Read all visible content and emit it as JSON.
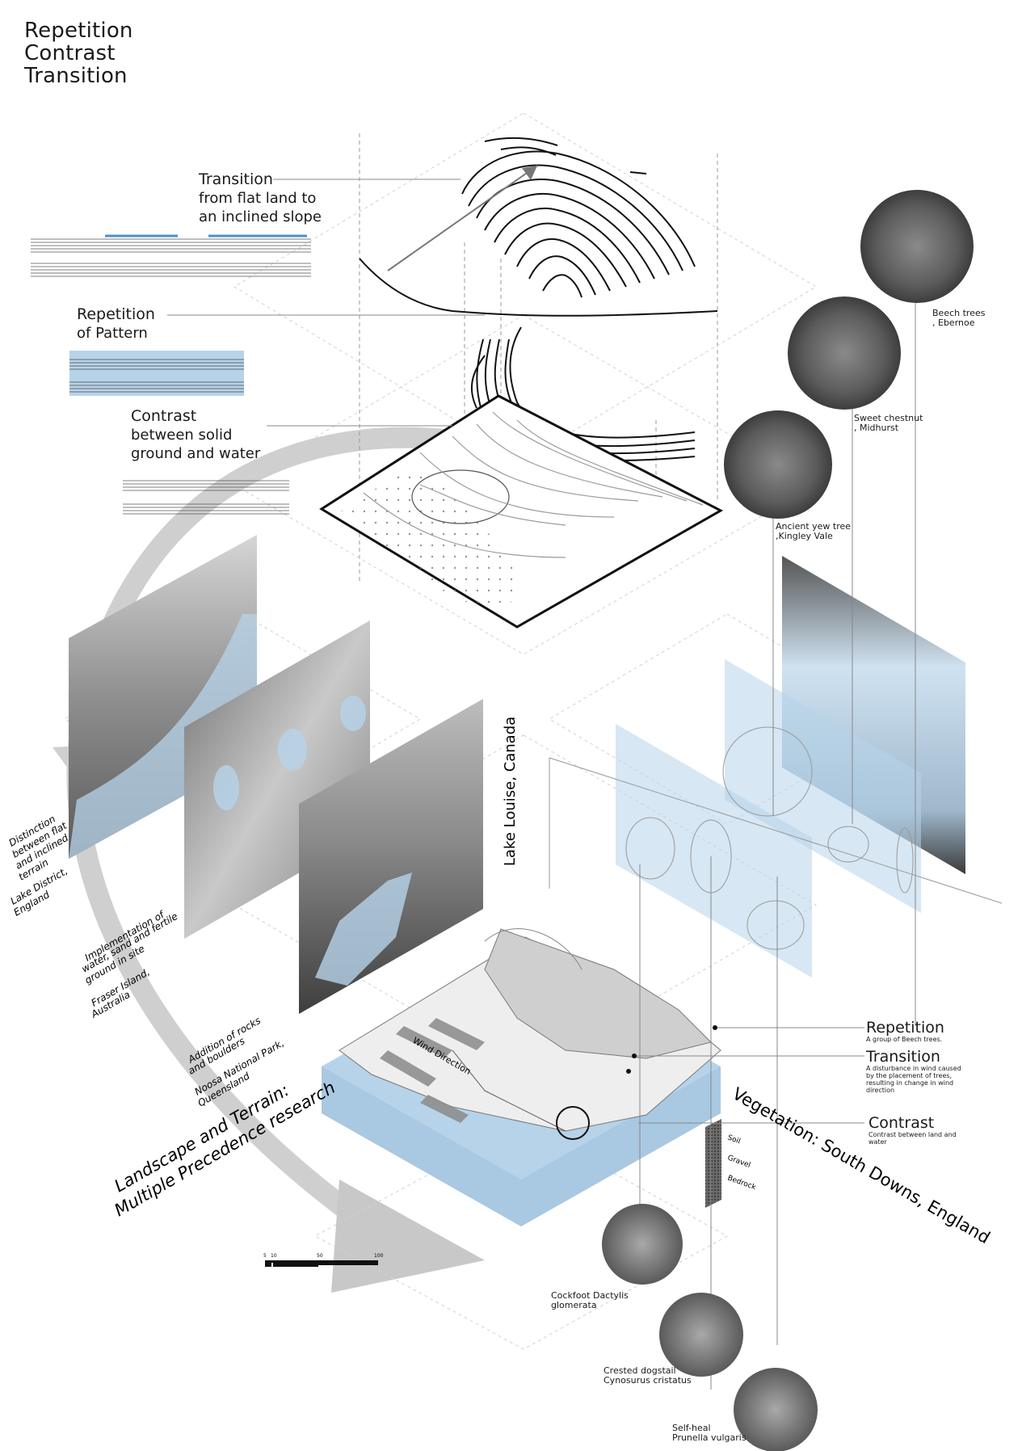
{
  "title": {
    "lines": [
      "Repetition",
      "Contrast",
      "Transition"
    ]
  },
  "top_labels": {
    "transition": {
      "head": "Transition",
      "body1": "from flat land to",
      "body2": "an inclined slope"
    },
    "repetition": {
      "head": "Repetition",
      "body1": "of Pattern"
    },
    "contrast": {
      "head": "Contrast",
      "body1": "between solid",
      "body2": "ground and water"
    }
  },
  "trees": [
    {
      "name": "Beech trees",
      "place": ", Ebernoe"
    },
    {
      "name": "Sweet chestnut",
      "place": ", Midhurst"
    },
    {
      "name": "Ancient yew tree",
      "place": ",Kingley Vale"
    }
  ],
  "left_captions": [
    {
      "text1": "Distinction",
      "text2": "between flat",
      "text3": "and inclined",
      "text4": "terrain",
      "place1": "Lake District,",
      "place2": "England"
    },
    {
      "text1": "Implementation of",
      "text2": "water, sand and fertile",
      "text3": "ground in site",
      "place1": "Fraser Island,",
      "place2": "Australia"
    },
    {
      "text1": "Addition of rocks",
      "text2": "and boulders",
      "place1": "Noosa National Park,",
      "place2": "Queensland"
    }
  ],
  "center_vertical_label": "Lake Louise, Canada",
  "wind_label": "Wind Direction",
  "section_titles": {
    "landscape1": "Landscape and Terrain:",
    "landscape2": "Multiple Precedence research",
    "vegetation": "Vegetation: South Downs, England"
  },
  "right_legend": [
    {
      "head": "Repetition",
      "desc1": "A group of Beech trees."
    },
    {
      "head": "Transition",
      "desc1": "A disturbance in wind caused",
      "desc2": "by the placement of trees,",
      "desc3": "resulting in change in wind",
      "desc4": "direction"
    },
    {
      "head": "Contrast",
      "desc1": "Contrast between land and",
      "desc2": "water"
    }
  ],
  "strata": [
    "Soil",
    "Gravel",
    "Bedrock"
  ],
  "scale_bar": [
    "5",
    "10",
    "50",
    "100"
  ],
  "plants": [
    {
      "name1": "Cockfoot Dactylis",
      "name2": "glomerata"
    },
    {
      "name1": "Crested dogstail",
      "name2": "Cynosurus cristatus"
    },
    {
      "name1": "Self-heal",
      "name2": "Prunella vulgaris"
    }
  ],
  "colors": {
    "accent_blue": "#b7d3ea",
    "line_grey": "#9a9a9a",
    "arrow_grey": "#c8c8c8"
  }
}
